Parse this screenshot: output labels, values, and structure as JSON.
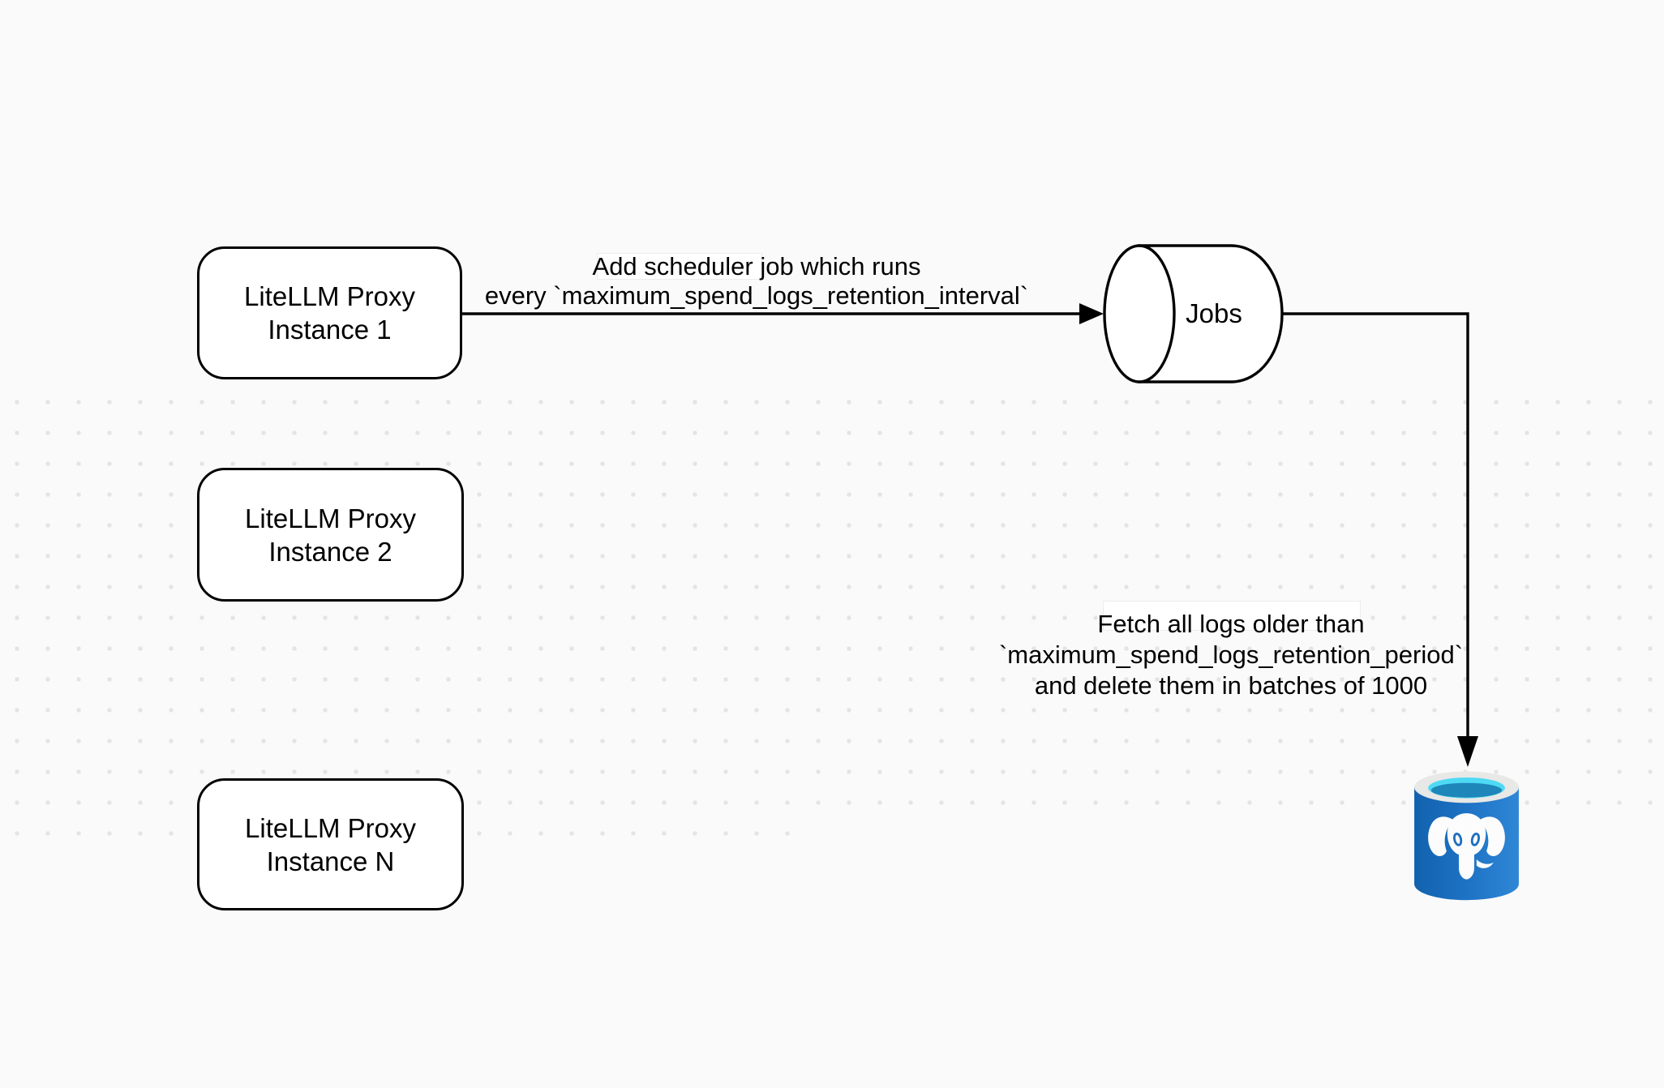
{
  "canvas": {
    "background_color": "#fafafa",
    "dot_grid_color": "#e4e4e4",
    "stroke_color": "#000000"
  },
  "nodes": {
    "instance1": {
      "line1": "LiteLLM Proxy",
      "line2": "Instance 1"
    },
    "instance2": {
      "line1": "LiteLLM Proxy",
      "line2": "Instance 2"
    },
    "instanceN": {
      "line1": "LiteLLM Proxy",
      "line2": "Instance N"
    },
    "jobs": {
      "label": "Jobs"
    },
    "database": {
      "icon": "postgresql-database-icon"
    }
  },
  "edges": {
    "scheduler_job": {
      "line1": "Add scheduler job which runs",
      "line2": "every `maximum_spend_logs_retention_interval`"
    },
    "delete_logs": {
      "line1": "Fetch all logs older than",
      "line2": "`maximum_spend_logs_retention_period`",
      "line3": "and delete them in batches of 1000"
    }
  },
  "postgres_icon_colors": {
    "body_dark": "#1262ae",
    "body": "#1f74c6",
    "body_light": "#2f87d6",
    "rim": "#e8e8e6",
    "water_top": "#4ed9f4",
    "water_deep": "#1e86b8",
    "elephant": "#fcfcfc",
    "eye_stroke": "#1f6fc0"
  }
}
